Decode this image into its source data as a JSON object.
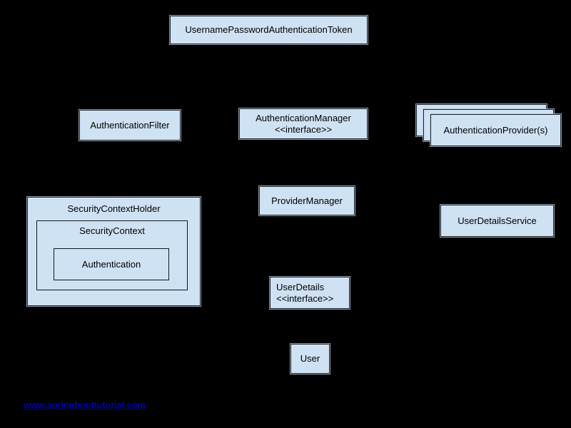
{
  "canvas": {
    "background": "#000000"
  },
  "style": {
    "box_fill": "#cfe2f3",
    "box_border": "#1c2630",
    "box_halo": "#b2c2d0",
    "text_color": "#000000",
    "link_color": "#0000b0"
  },
  "nodes": {
    "token": {
      "label": "UsernamePasswordAuthenticationToken"
    },
    "authentication_filter": {
      "label": "AuthenticationFilter"
    },
    "authentication_manager": {
      "title": "AuthenticationManager",
      "stereotype": "<<interface>>"
    },
    "authentication_provider": {
      "label": "AuthenticationProvider(s)"
    },
    "security_context_holder": {
      "label": "SecurityContextHolder"
    },
    "security_context": {
      "label": "SecurityContext"
    },
    "authentication": {
      "label": "Authentication"
    },
    "provider_manager": {
      "label": "ProviderManager"
    },
    "user_details_service": {
      "label": "UserDetailsService"
    },
    "user_details": {
      "title": "UserDetails",
      "stereotype": "<<interface>>"
    },
    "user": {
      "label": "User"
    }
  },
  "footer": {
    "link_text": "www.springboottutorial.com"
  }
}
